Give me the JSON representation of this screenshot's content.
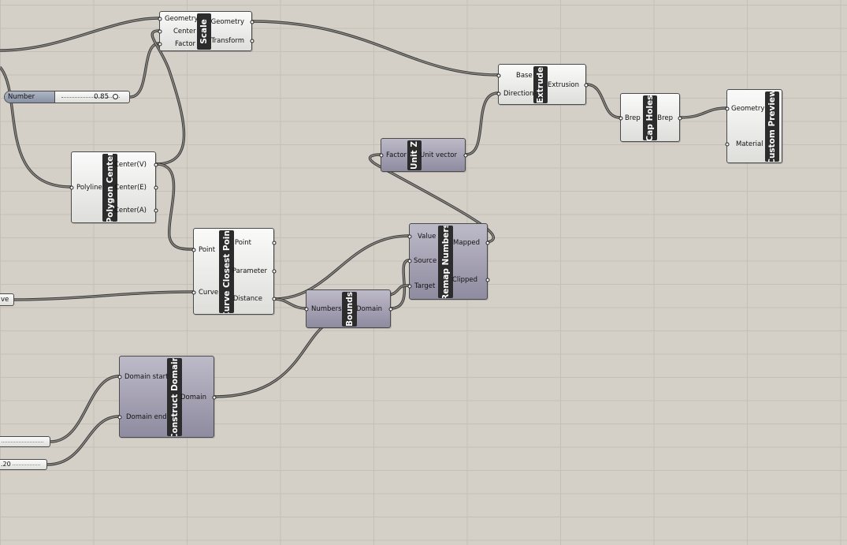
{
  "scale": {
    "title": "Scale",
    "inputs": [
      "Geometry",
      "Center",
      "Factor"
    ],
    "outputs": [
      "Geometry",
      "Transform"
    ]
  },
  "number_slider": {
    "name": "Number Slider",
    "value": "0.85"
  },
  "polygon_center": {
    "title": "Polygon Center",
    "inputs": [
      "Polyline"
    ],
    "outputs": [
      "Center(V)",
      "Center(E)",
      "Center(A)"
    ]
  },
  "curve_param": {
    "label": "ve"
  },
  "curve_closest_point": {
    "title": "Curve Closest Point",
    "inputs": [
      "Point",
      "Curve"
    ],
    "outputs": [
      "Point",
      "Parameter",
      "Distance"
    ]
  },
  "extrude": {
    "title": "Extrude",
    "inputs": [
      "Base",
      "Direction"
    ],
    "outputs": [
      "Extrusion"
    ]
  },
  "unit_z": {
    "title": "Unit Z",
    "inputs": [
      "Factor"
    ],
    "outputs": [
      "Unit vector"
    ]
  },
  "cap_holes": {
    "title": "Cap Holes",
    "inputs": [
      "Brep"
    ],
    "outputs": [
      "Brep"
    ]
  },
  "custom_preview": {
    "title": "Custom Preview",
    "inputs": [
      "Geometry",
      "Material"
    ]
  },
  "remap_numbers": {
    "title": "Remap Numbers",
    "inputs": [
      "Value",
      "Source",
      "Target"
    ],
    "outputs": [
      "Mapped",
      "Clipped"
    ]
  },
  "bounds": {
    "title": "Bounds",
    "inputs": [
      "Numbers"
    ],
    "outputs": [
      "Domain"
    ]
  },
  "construct_domain": {
    "title": "Construct Domain",
    "inputs": [
      "Domain start",
      "Domain end"
    ],
    "outputs": [
      "Domain"
    ]
  },
  "slider_lower": {
    "value": ".20"
  }
}
